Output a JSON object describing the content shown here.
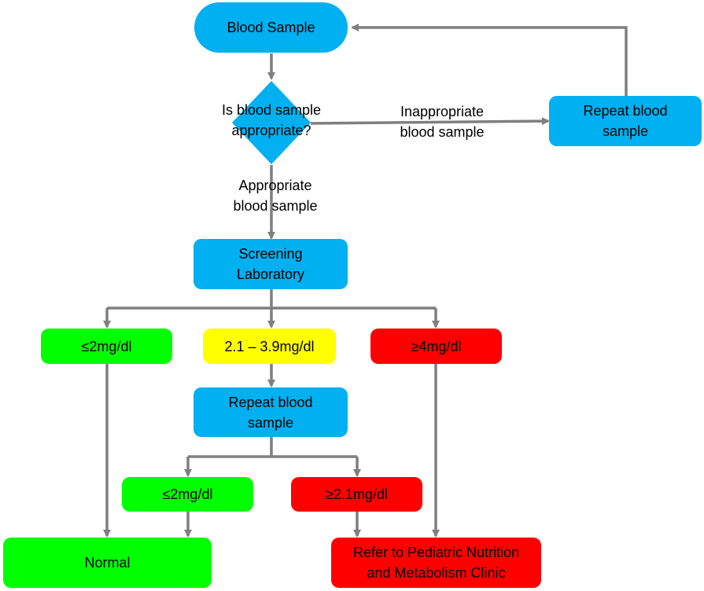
{
  "colors": {
    "process": "#00B0F0",
    "normal": "#00FF00",
    "borderline": "#FFFF00",
    "elevated": "#FF0000",
    "connector": "#7F7F7F"
  },
  "nodes": {
    "blood_sample": "Blood Sample",
    "decision": "Is blood sample\nappropriate?",
    "repeat_top": "Repeat blood\nsample",
    "screening_lab": "Screening\nLaboratory",
    "low_first": "≤2mg/dl",
    "mid_first": "2.1 – 3.9mg/dl",
    "high_first": "≥4mg/dl",
    "repeat_middle": "Repeat blood\nsample",
    "low_second": "≤2mg/dl",
    "high_second": "≥2.1mg/dl",
    "normal": "Normal",
    "refer": "Refer to Pediatric Nutrition\nand Metabolism Clinic"
  },
  "edge_labels": {
    "inappropriate": "Inappropriate\nblood sample",
    "appropriate": "Appropriate\nblood sample"
  }
}
